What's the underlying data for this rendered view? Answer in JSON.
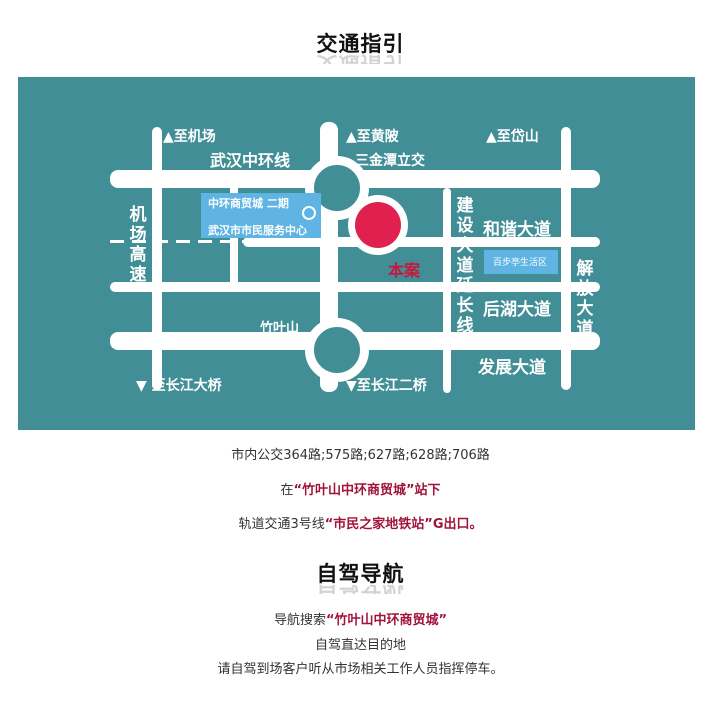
{
  "sections": {
    "transport": {
      "title": "交通指引",
      "bus_line": "市内公交364路;575路;627路;628路;706路",
      "bus_stop_prefix": "在",
      "bus_stop_name": "“竹叶山中环商贸城”",
      "bus_stop_suffix": "站下",
      "metro_prefix": "轨道交通3号线",
      "metro_station": "“市民之家地铁站”",
      "metro_exit": "G出口。"
    },
    "driving": {
      "title": "自驾导航",
      "nav_prefix": "导航搜索",
      "nav_target": "“竹叶山中环商贸城”",
      "line2": "自驾直达目的地",
      "line3": "请自驾到场客户听从市场相关工作人员指挥停车。"
    }
  },
  "map": {
    "colors": {
      "background": "#418e96",
      "road": "#ffffff",
      "poi_box": "#5fb4e3",
      "project_marker": "#e0204e",
      "project_label": "#c8173f",
      "highlight_text": "#a0133c"
    },
    "direction_labels": {
      "to_airport": "▲至机场",
      "to_huangpi": "▲至黄陂",
      "to_daishan": "▲至岱山",
      "to_yangtze_bridge": "▼ 至长江大桥",
      "to_second_bridge": "▼至长江二桥"
    },
    "road_labels": {
      "middle_ring": "武汉中环线",
      "sanjintan": "三金潭立交",
      "airport_highway": "机场高速",
      "jianshe_ext": "建设大道延长线",
      "hexie": "和谐大道",
      "houhu": "后湖大道",
      "jiefang": "解放大道",
      "fazhan": "发展大道",
      "zhuyeshan": "竹叶山"
    },
    "pois": {
      "trade_city_phase2": "中环商贸城 二期",
      "citizen_center": "武汉市市民服务中心",
      "baibuting": "百步亭生活区",
      "project": "本案"
    }
  }
}
